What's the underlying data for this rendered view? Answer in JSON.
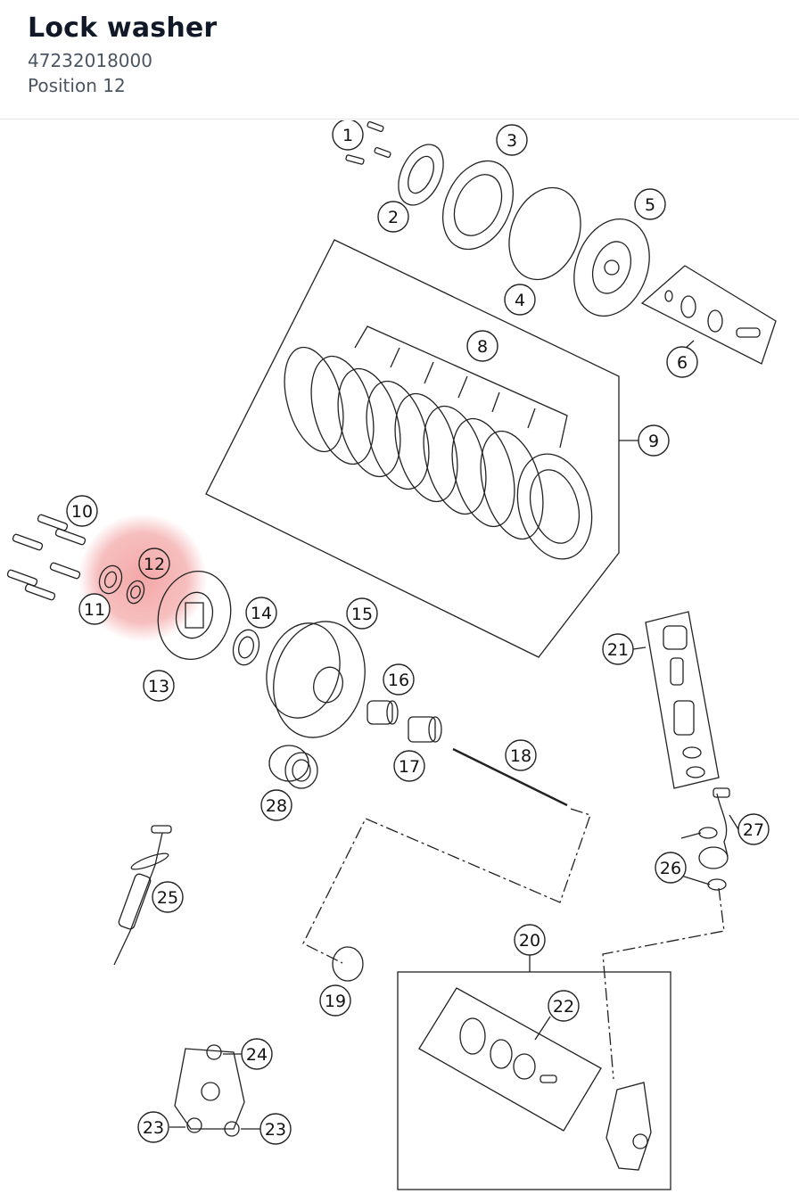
{
  "header": {
    "title": "Lock washer",
    "part_number": "47232018000",
    "position_label": "Position 12"
  },
  "diagram": {
    "highlight_color": "#f08a8a",
    "highlighted_position": "12",
    "callouts": [
      {
        "label": "1"
      },
      {
        "label": "2"
      },
      {
        "label": "3"
      },
      {
        "label": "4"
      },
      {
        "label": "5"
      },
      {
        "label": "6"
      },
      {
        "label": "8"
      },
      {
        "label": "9"
      },
      {
        "label": "10"
      },
      {
        "label": "11"
      },
      {
        "label": "12"
      },
      {
        "label": "13"
      },
      {
        "label": "14"
      },
      {
        "label": "15"
      },
      {
        "label": "16"
      },
      {
        "label": "17"
      },
      {
        "label": "18"
      },
      {
        "label": "19"
      },
      {
        "label": "20"
      },
      {
        "label": "21"
      },
      {
        "label": "22"
      },
      {
        "label": "23"
      },
      {
        "label": "23"
      },
      {
        "label": "24"
      },
      {
        "label": "25"
      },
      {
        "label": "26"
      },
      {
        "label": "27"
      },
      {
        "label": "28"
      }
    ]
  }
}
